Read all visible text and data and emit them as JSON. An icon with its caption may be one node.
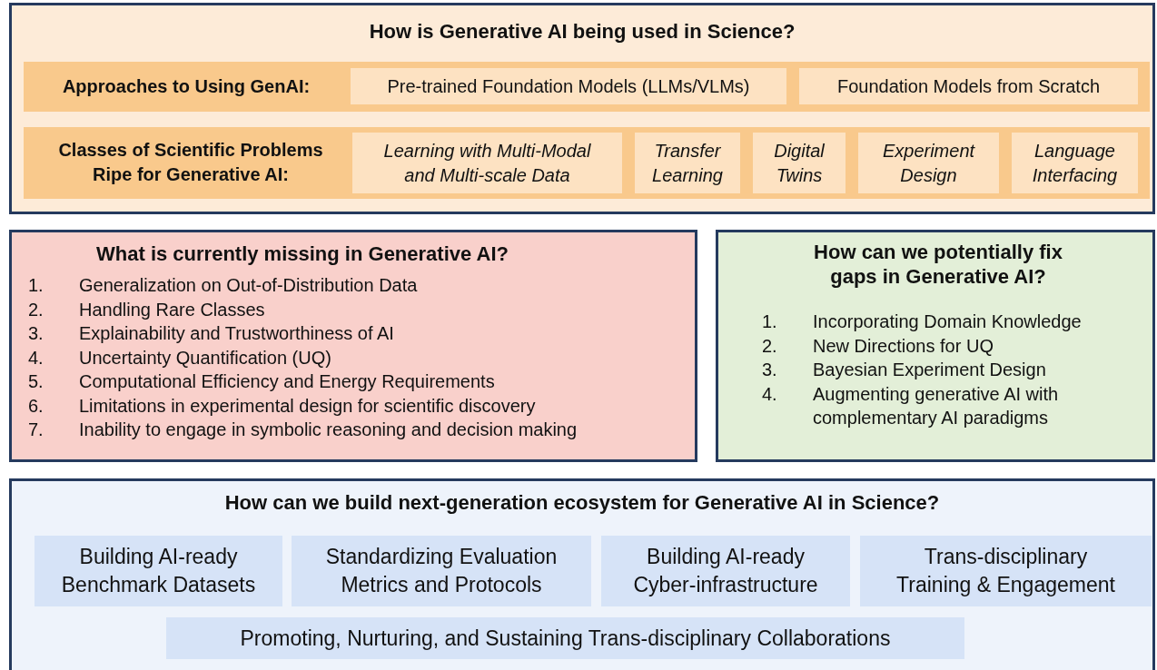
{
  "diagram": {
    "nodes": [
      {
        "text": [
          "How is Generative AI being used in Science?"
        ]
      },
      {
        "text": [
          "Approaches to Using GenAI:"
        ],
        "in": 0
      },
      {
        "text": [
          "Pre-trained Foundation Models (LLMs/VLMs)"
        ],
        "in": 1
      },
      {
        "text": [
          "Foundation Models from Scratch"
        ],
        "in": 1
      },
      {
        "text": [
          "Classes of Scientific Problems Ripe for Generative AI:"
        ],
        "in": 0
      },
      {
        "text": [
          "Learning with Multi-Modal and Multi-scale Data"
        ],
        "in": 4
      },
      {
        "text": [
          "Transfer Learning"
        ],
        "in": 4
      },
      {
        "text": [
          "Digital Twins"
        ],
        "in": 4
      },
      {
        "text": [
          "Experiment Design"
        ],
        "in": 4
      },
      {
        "text": [
          "Language Interfacing"
        ],
        "in": 4
      },
      {
        "text": [
          "What is currently missing in Generative AI?",
          "1.",
          "Generalization on Out-of-Distribution Data",
          "2.",
          "Handling Rare Classes",
          "3.",
          "Explainability and Trustworthiness of AI",
          "4.",
          "Uncertainty Quantification (UQ)",
          "5.",
          "Computational Efficiency and Energy Requirements",
          "6.",
          "Limitations in experimental design for scientific discovery",
          "7.",
          "Inability to engage in symbolic reasoning and decision making"
        ]
      },
      {
        "text": [
          "How can we potentially fix gaps in Generative AI?",
          "1.",
          "Incorporating Domain Knowledge",
          "2.",
          "New Directions for UQ",
          "3.",
          "Bayesian Experiment Design",
          "4.",
          "Augmenting generative AI with complementary AI paradigms"
        ]
      },
      {
        "text": [
          "How can we build next-generation ecosystem for Generative AI in Science?"
        ]
      },
      {
        "text": [
          "Building AI-ready Benchmark Datasets"
        ],
        "in": 12
      },
      {
        "text": [
          "Standardizing Evaluation Metrics and Protocols"
        ],
        "in": 12
      },
      {
        "text": [
          "Building AI-ready Cyber-infrastructure"
        ],
        "in": 12
      },
      {
        "text": [
          "Trans-disciplinary Training & Engagement"
        ],
        "in": 12
      },
      {
        "text": [
          "Promoting, Nurturing, and Sustaining Trans-disciplinary Collaborations"
        ],
        "in": 12
      }
    ],
    "edges": []
  }
}
